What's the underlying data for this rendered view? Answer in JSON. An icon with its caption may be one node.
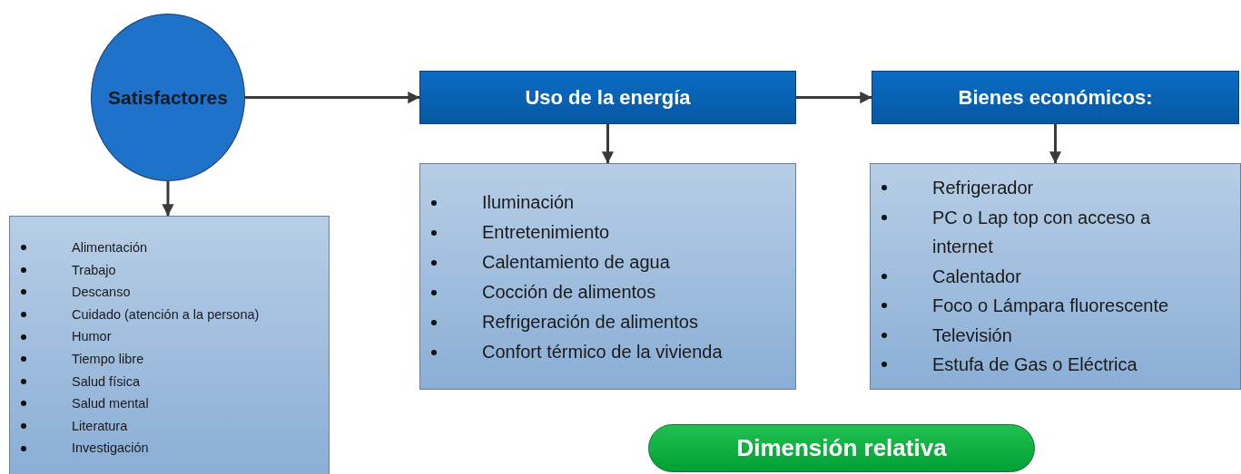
{
  "diagram": {
    "nodes": [
      {
        "text": [
          "Satisfactores"
        ]
      },
      {
        "text": [
          "Uso de la energía"
        ]
      },
      {
        "text": [
          "Bienes económicos:"
        ]
      },
      {
        "text": [
          "Alimentación",
          "Trabajo",
          "Descanso",
          "Cuidado (atención a la persona)",
          "Humor",
          "Tiempo libre",
          "Salud física",
          "Salud mental",
          "Literatura",
          "Investigación"
        ]
      },
      {
        "text": [
          "Iluminación",
          "Entretenimiento",
          "Calentamiento de agua",
          "Cocción de alimentos",
          "Refrigeración de alimentos",
          "Confort térmico de la vivienda"
        ]
      },
      {
        "text": [
          "Refrigerador",
          "PC o Lap top con acceso a internet",
          "Calentador",
          "Foco o Lámpara fluorescente",
          "Televisión",
          "Estufa de Gas o Eléctrica"
        ]
      },
      {
        "text": [
          "Dimensión relativa"
        ]
      }
    ],
    "edges": [
      {
        "from": 0,
        "to": 1,
        "arrow": "to"
      },
      {
        "from": 1,
        "to": 2,
        "arrow": "to"
      },
      {
        "from": 0,
        "to": 3,
        "arrow": "to"
      },
      {
        "from": 1,
        "to": 4,
        "arrow": "to"
      },
      {
        "from": 2,
        "to": 5,
        "arrow": "to"
      }
    ]
  }
}
